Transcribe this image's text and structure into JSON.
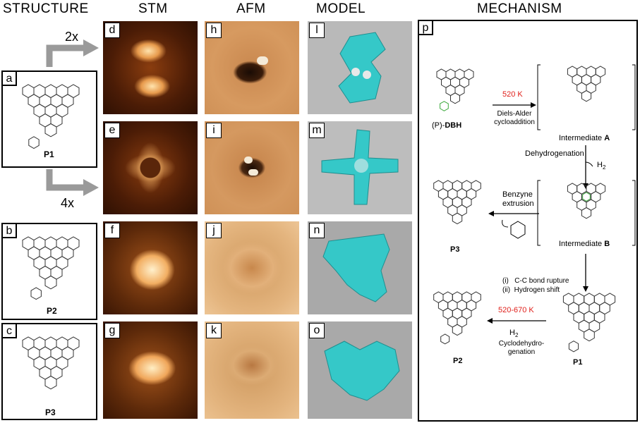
{
  "headers": {
    "structure": "STRUCTURE",
    "stm": "STM",
    "afm": "AFM",
    "model": "MODEL",
    "mechanism": "MECHANISM"
  },
  "multipliers": {
    "top": "2x",
    "bottom": "4x"
  },
  "structure_panels": [
    {
      "tag": "a",
      "label": "P1"
    },
    {
      "tag": "b",
      "label": "P2"
    },
    {
      "tag": "c",
      "label": "P3"
    }
  ],
  "image_panels": {
    "stm": [
      "d",
      "e",
      "f",
      "g"
    ],
    "afm": [
      "h",
      "i",
      "j",
      "k"
    ],
    "model": [
      "l",
      "m",
      "n",
      "o"
    ]
  },
  "mechanism": {
    "tag": "p",
    "dbh_prefix": "(P)-",
    "dbh_bold": "DBH",
    "temp1": "520 K",
    "step1_line1": "Diels-Alder",
    "step1_line2": "cycloaddition",
    "intA_text": "Intermediate ",
    "intA_bold": "A",
    "step2": "Dehydrogenation",
    "h2": "H",
    "benzyne_line1": "Benzyne",
    "benzyne_line2": "extrusion",
    "p3": "P3",
    "intB_text": "Intermediate ",
    "intB_bold": "B",
    "step3_line1": "(i)   C-C bond rupture",
    "step3_line2": "(ii)  Hydrogen shift",
    "temp2": "520-670 K",
    "h2b": "H",
    "cyclo_line1": "Cyclodehydro-",
    "cyclo_line2": "genation",
    "p2": "P2",
    "p1": "P1",
    "h_label": "H"
  },
  "colors": {
    "accent_red": "#e0201b",
    "teal": "#35c8c8",
    "stm_dark": "#3a1604",
    "stm_light": "#ffe7b8"
  }
}
